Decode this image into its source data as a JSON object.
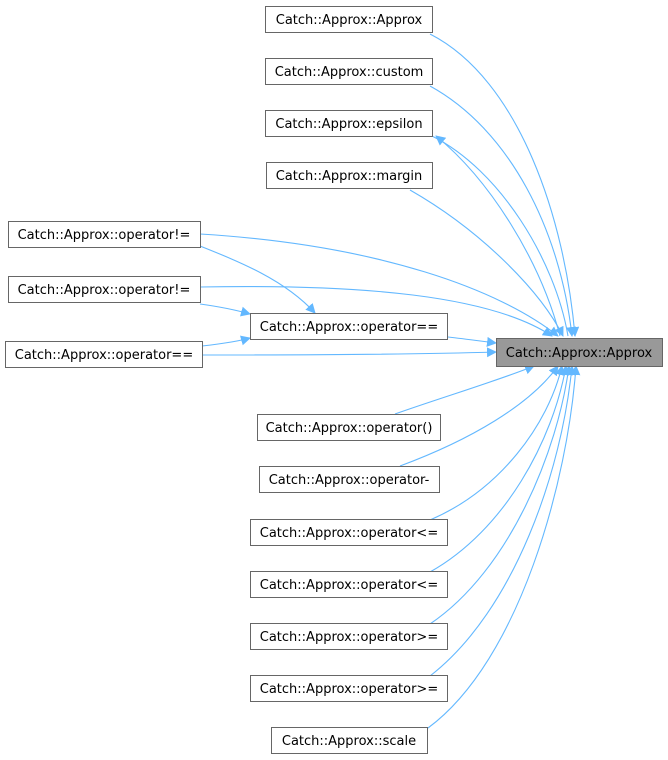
{
  "diagram": {
    "type": "call-graph",
    "target": {
      "id": "target",
      "label": "Catch::Approx::Approx"
    },
    "callers": [
      {
        "id": "n1",
        "label": "Catch::Approx::Approx"
      },
      {
        "id": "n2",
        "label": "Catch::Approx::custom"
      },
      {
        "id": "n3",
        "label": "Catch::Approx::epsilon"
      },
      {
        "id": "n4",
        "label": "Catch::Approx::margin"
      },
      {
        "id": "n5",
        "label": "Catch::Approx::operator!="
      },
      {
        "id": "n6",
        "label": "Catch::Approx::operator!="
      },
      {
        "id": "n7",
        "label": "Catch::Approx::operator=="
      },
      {
        "id": "n8",
        "label": "Catch::Approx::operator=="
      },
      {
        "id": "n9",
        "label": "Catch::Approx::operator()"
      },
      {
        "id": "n10",
        "label": "Catch::Approx::operator-"
      },
      {
        "id": "n11",
        "label": "Catch::Approx::operator<="
      },
      {
        "id": "n12",
        "label": "Catch::Approx::operator<="
      },
      {
        "id": "n13",
        "label": "Catch::Approx::operator>="
      },
      {
        "id": "n14",
        "label": "Catch::Approx::operator>="
      },
      {
        "id": "n15",
        "label": "Catch::Approx::scale"
      }
    ],
    "colors": {
      "edge": "#63b8ff",
      "target_fill": "#999999",
      "node_fill": "#ffffff",
      "node_border": "#666666"
    }
  }
}
